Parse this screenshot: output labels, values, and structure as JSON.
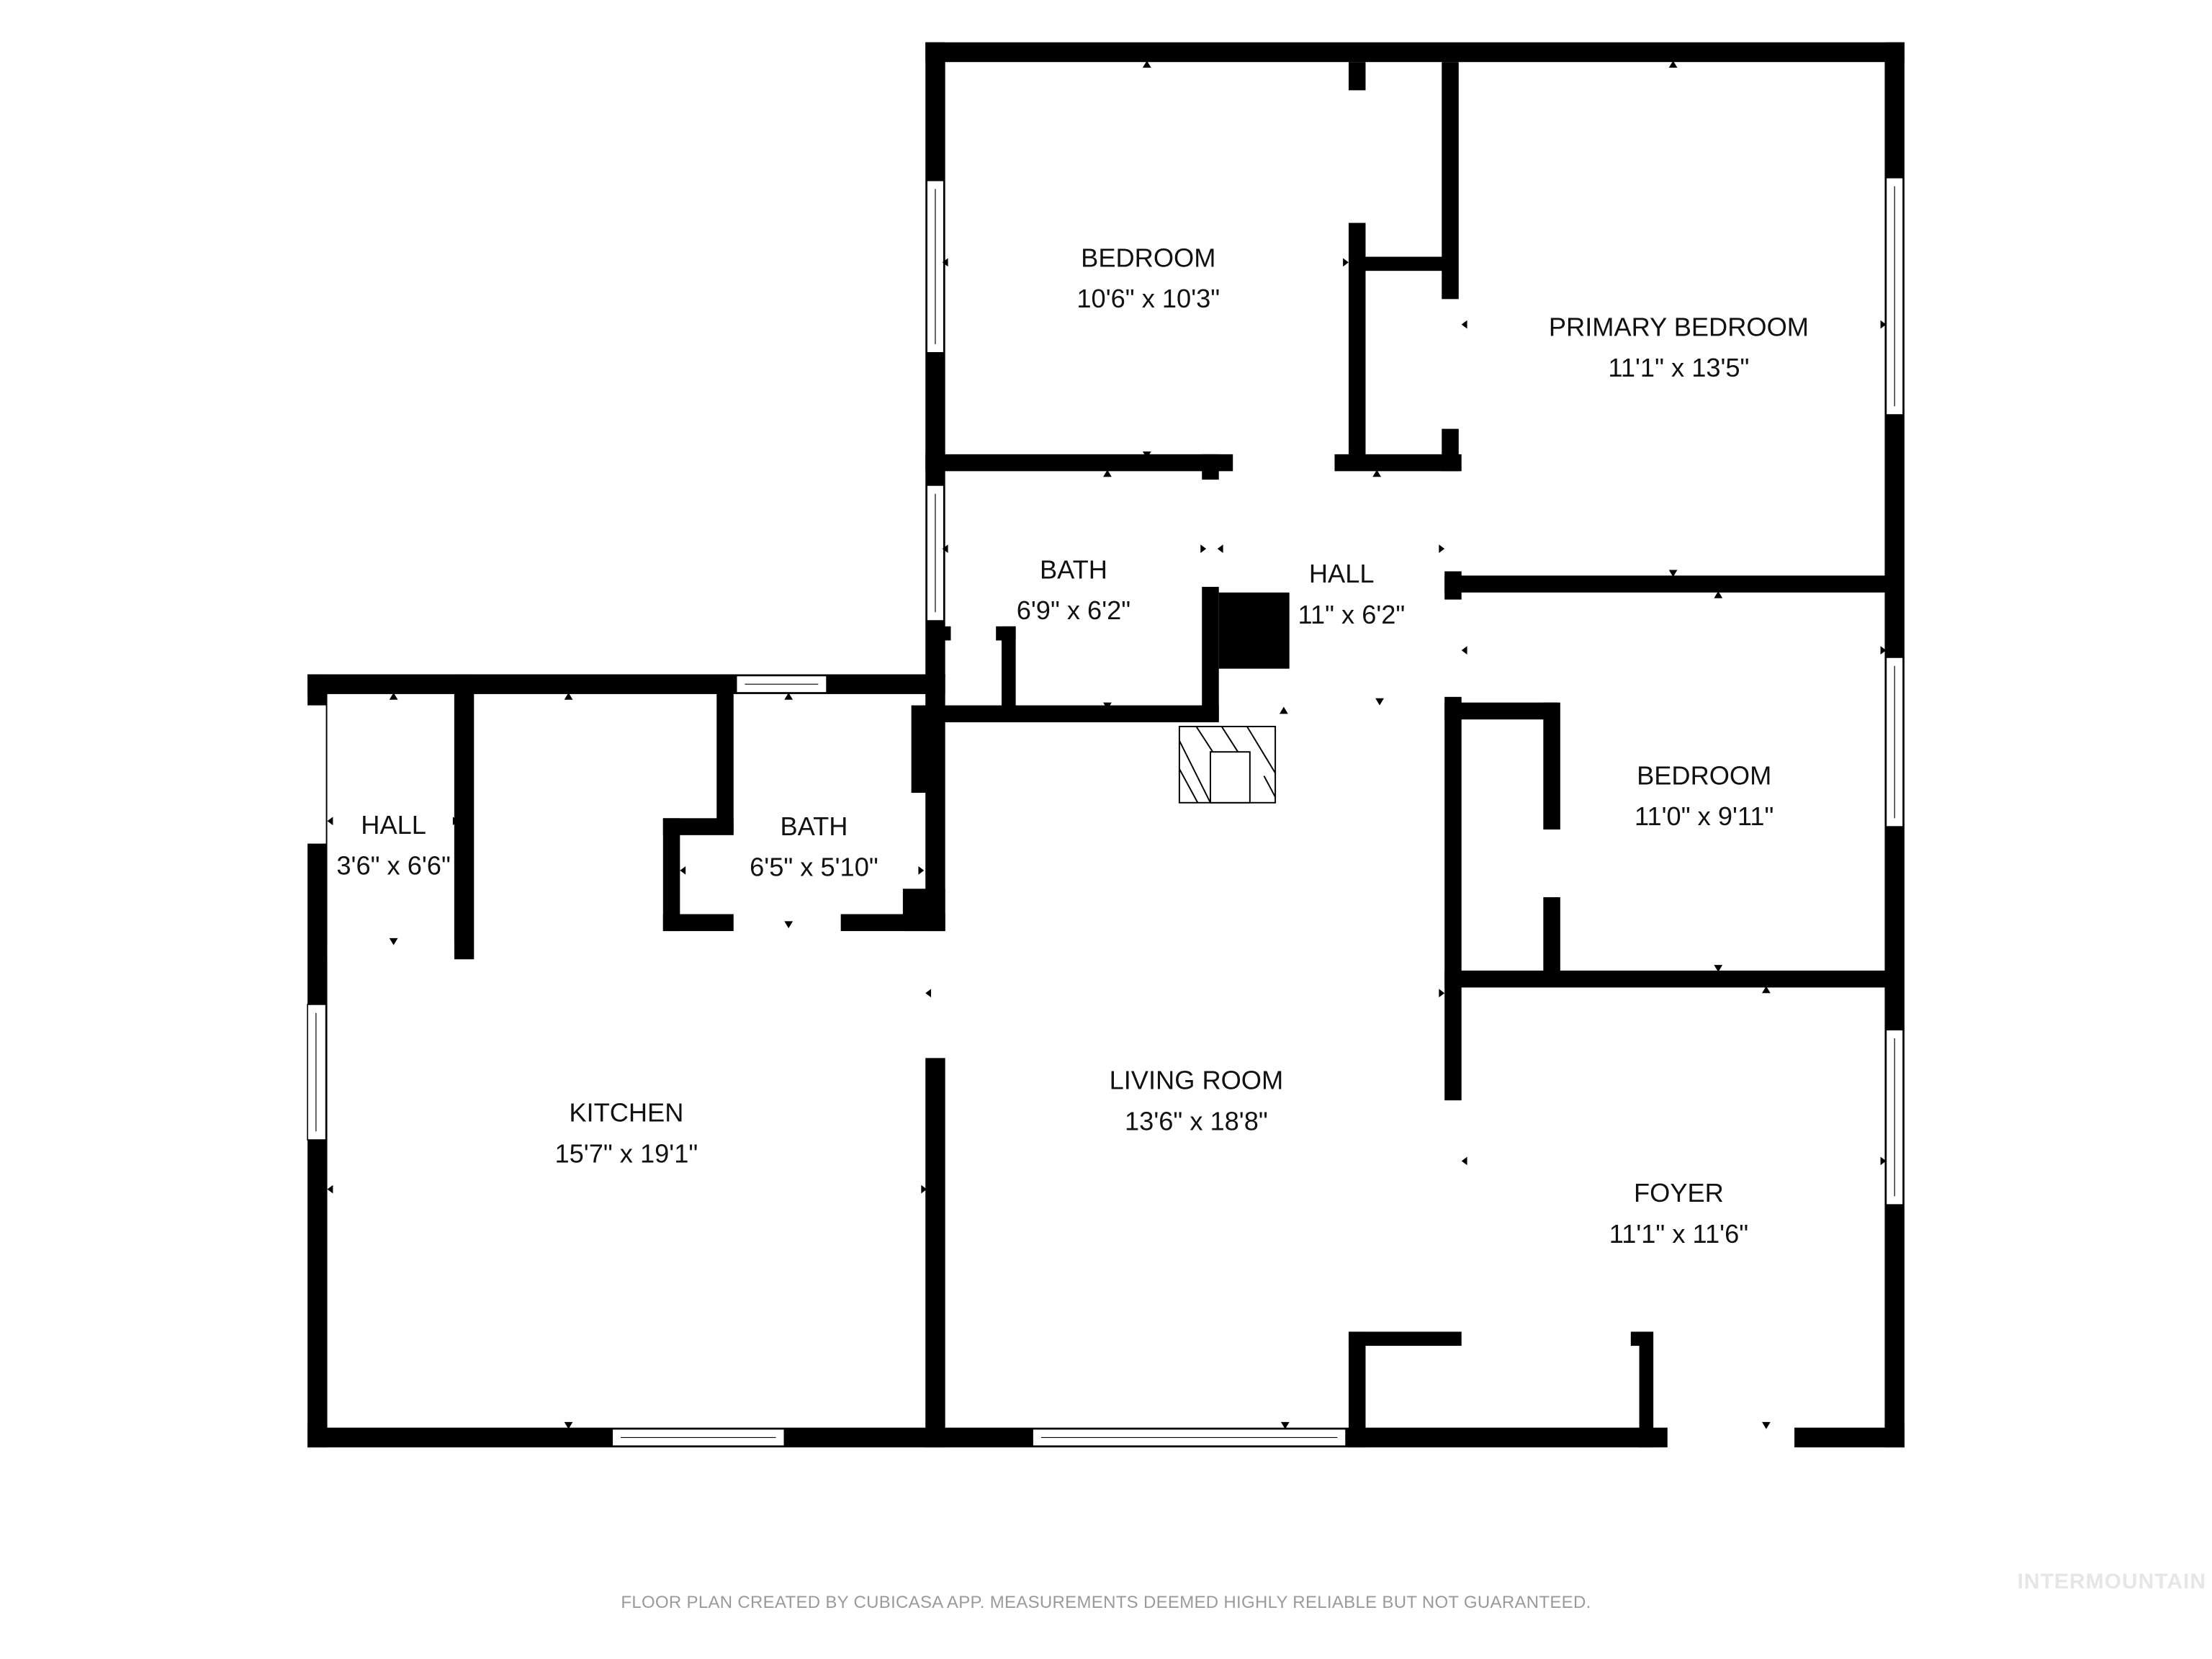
{
  "rooms": [
    {
      "name": "BEDROOM",
      "dims": "10'6\" x 10'3\""
    },
    {
      "name": "PRIMARY BEDROOM",
      "dims": "11'1\" x 13'5\""
    },
    {
      "name": "BATH",
      "dims": "6'9\" x 6'2\""
    },
    {
      "name": "HALL",
      "dims": "11\" x 6'2\""
    },
    {
      "name": "BEDROOM",
      "dims": "11'0\" x 9'11\""
    },
    {
      "name": "HALL",
      "dims": "3'6\" x 6'6\""
    },
    {
      "name": "BATH",
      "dims": "6'5\" x 5'10\""
    },
    {
      "name": "KITCHEN",
      "dims": "15'7\" x 19'1\""
    },
    {
      "name": "LIVING ROOM",
      "dims": "13'6\" x 18'8\""
    },
    {
      "name": "FOYER",
      "dims": "11'1\" x 11'6\""
    }
  ],
  "footer": {
    "disclaimer": "FLOOR PLAN CREATED BY CUBICASA APP. MEASUREMENTS DEEMED HIGHLY RELIABLE BUT NOT GUARANTEED.",
    "watermark": "INTERMOUNTAIN"
  },
  "colors": {
    "wall": "#000000",
    "background": "#ffffff",
    "footer_text": "#9a9a9a",
    "watermark": "#e6e6e6"
  }
}
